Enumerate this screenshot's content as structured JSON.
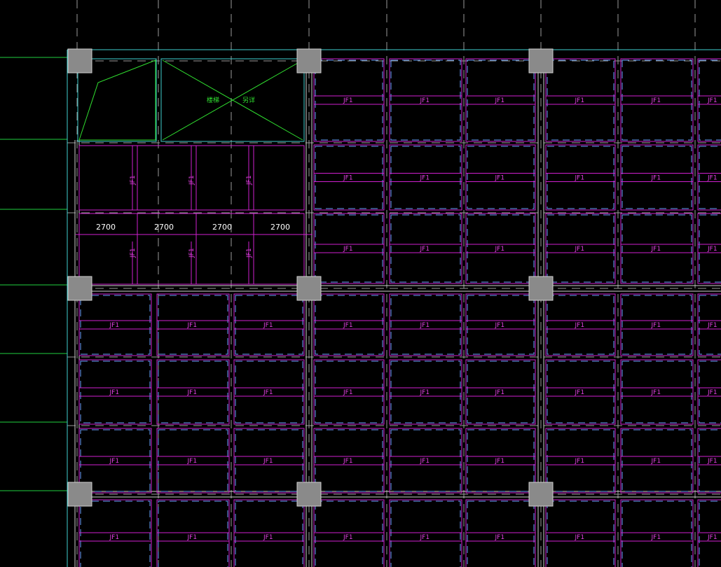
{
  "plan": {
    "panel_label": "JF1",
    "dimension_labels": [
      "2700",
      "2700",
      "2700",
      "2700"
    ],
    "stair_labels": [
      "楼梯",
      "另详"
    ],
    "colors": {
      "background": "#000000",
      "panel": "#d020d0",
      "axis": "#9a9a9a",
      "column": "#8a8a8a",
      "stair": "#30e030",
      "beam_edge": "#3fd0d0"
    }
  }
}
